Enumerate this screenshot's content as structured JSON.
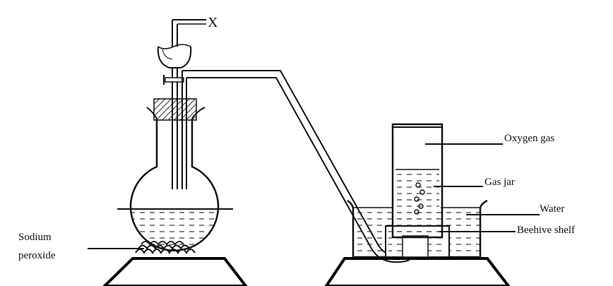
{
  "labels": {
    "x": "X",
    "oxygen_gas": "Oxygen gas",
    "gas_jar": "Gas jar",
    "water": "Water",
    "beehive_shelf": "Beehive shelf",
    "sodium": "Sodium",
    "peroxide": "peroxide"
  },
  "colors": {
    "line": "#111111",
    "background": "#ffffff",
    "liquid_dash": "#333333",
    "stand": "#000000"
  }
}
